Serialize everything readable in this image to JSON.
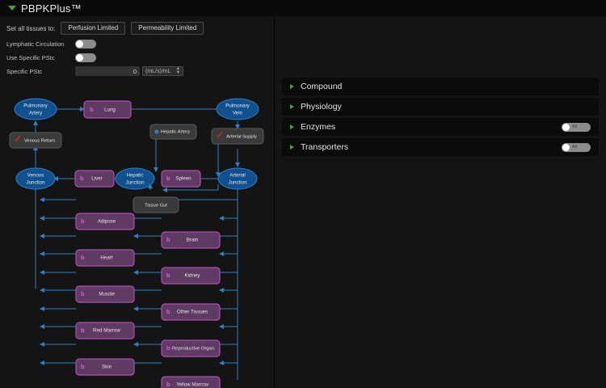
{
  "header": {
    "title": "PBPKPlus™",
    "expander_icon": "triangle-down-icon"
  },
  "controls": {
    "set_all_label": "Set all tissues to:",
    "perfusion_button": "Perfusion Limited",
    "permeability_button": "Permeability Limited",
    "lymphatic_label": "Lymphatic Circulation",
    "lymphatic_state": "off",
    "use_specific_label": "Use Specific PStc",
    "use_specific_state": "off",
    "specific_label": "Specific PStc",
    "specific_value": "0",
    "specific_units": "(mL/s)/mL"
  },
  "accordion": {
    "items": [
      {
        "label": "Compound",
        "has_toggle": false,
        "toggle_label": "",
        "toggle_state": ""
      },
      {
        "label": "Physiology",
        "has_toggle": false,
        "toggle_label": "",
        "toggle_state": ""
      },
      {
        "label": "Enzymes",
        "has_toggle": true,
        "toggle_label": "All",
        "toggle_state": "off"
      },
      {
        "label": "Transporters",
        "has_toggle": true,
        "toggle_label": "All",
        "toggle_state": "off"
      }
    ]
  },
  "diagram": {
    "colors": {
      "junction_fill": "#11508f",
      "junction_stroke": "#2d7dc9",
      "tissue_fill": "#5f3a63",
      "tissue_stroke": "#b14fb5",
      "box_fill": "#3a3a3a",
      "box_stroke": "#5a5a5a",
      "edge": "#2f7fc1",
      "b_icon": "#d45fd0",
      "slash_icon": "#a0302a"
    },
    "nodes": [
      {
        "id": "pulmonary_artery",
        "label": "Pulmonary Artery",
        "type": "junction",
        "icon": ""
      },
      {
        "id": "lung",
        "label": "Lung",
        "type": "tissue",
        "icon": "b-icon"
      },
      {
        "id": "pulmonary_vein",
        "label": "Pulmonary Vein",
        "type": "junction",
        "icon": ""
      },
      {
        "id": "venous_return",
        "label": "Venous Return",
        "type": "box",
        "icon": "slash-icon"
      },
      {
        "id": "arterial_supply",
        "label": "Arterial Supply",
        "type": "box",
        "icon": "slash-icon"
      },
      {
        "id": "hepatic_artery",
        "label": "Hepatic Artery",
        "type": "box",
        "icon": "dot-icon"
      },
      {
        "id": "venous_junction",
        "label": "Venous Junction",
        "type": "junction",
        "icon": ""
      },
      {
        "id": "liver",
        "label": "Liver",
        "type": "tissue",
        "icon": "b-icon"
      },
      {
        "id": "hepatic_junction",
        "label": "Hepatic Junction",
        "type": "junction",
        "icon": ""
      },
      {
        "id": "spleen",
        "label": "Spleen",
        "type": "tissue",
        "icon": "b-icon"
      },
      {
        "id": "arterial_junction",
        "label": "Arterial Junction",
        "type": "junction",
        "icon": ""
      },
      {
        "id": "tissue_gut",
        "label": "Tissue Gut",
        "type": "box",
        "icon": ""
      },
      {
        "id": "adipose",
        "label": "Adipose",
        "type": "tissue",
        "icon": "b-icon"
      },
      {
        "id": "brain",
        "label": "Brain",
        "type": "tissue",
        "icon": "b-icon"
      },
      {
        "id": "heart",
        "label": "Heart",
        "type": "tissue",
        "icon": "b-icon"
      },
      {
        "id": "kidney",
        "label": "Kidney",
        "type": "tissue",
        "icon": "b-icon"
      },
      {
        "id": "muscle",
        "label": "Muscle",
        "type": "tissue",
        "icon": "b-icon"
      },
      {
        "id": "other_tissues",
        "label": "Other Tissues",
        "type": "tissue",
        "icon": "b-icon"
      },
      {
        "id": "red_marrow",
        "label": "Red Marrow",
        "type": "tissue",
        "icon": "b-icon"
      },
      {
        "id": "reproductive",
        "label": "Reproductive Organ",
        "type": "tissue",
        "icon": "b-icon"
      },
      {
        "id": "skin",
        "label": "Skin",
        "type": "tissue",
        "icon": "b-icon"
      },
      {
        "id": "yellow_marrow",
        "label": "Yellow Marrow",
        "type": "tissue",
        "icon": "b-icon"
      }
    ]
  }
}
